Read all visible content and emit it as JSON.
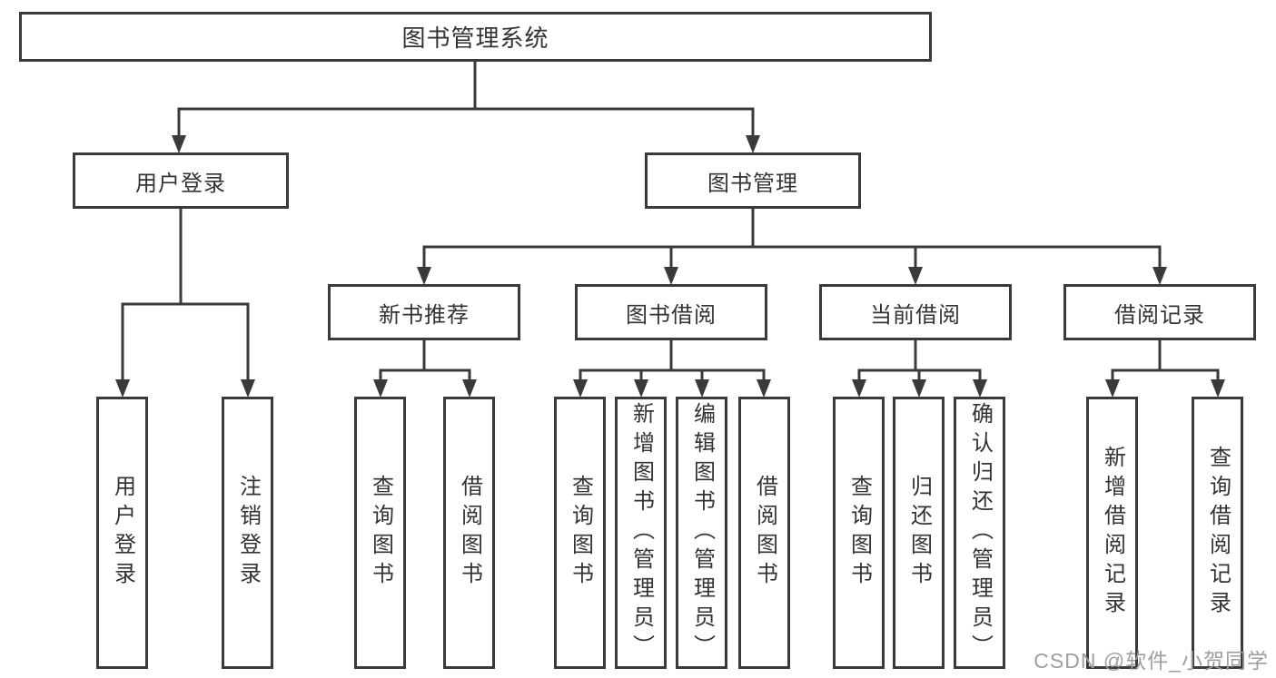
{
  "colors": {
    "line": "#3a3a3a",
    "box_border": "#3a3a3a",
    "text": "#333333",
    "background": "#ffffff",
    "watermark_text_color": "#9e9e9e"
  },
  "diagram": {
    "root": {
      "label": "图书管理系统"
    },
    "level2": [
      {
        "label": "用户登录"
      },
      {
        "label": "图书管理"
      }
    ],
    "level3": [
      {
        "label": "新书推荐"
      },
      {
        "label": "图书借阅"
      },
      {
        "label": "当前借阅"
      },
      {
        "label": "借阅记录"
      }
    ],
    "leaves": {
      "user_login": [
        {
          "label": "用户登录"
        },
        {
          "label": "注销登录"
        }
      ],
      "new_book_recommend": [
        {
          "label": "查询图书"
        },
        {
          "label": "借阅图书"
        }
      ],
      "book_borrow": [
        {
          "label": "查询图书"
        },
        {
          "label": "新增图书（管理员）"
        },
        {
          "label": "编辑图书（管理员）"
        },
        {
          "label": "借阅图书"
        }
      ],
      "current_borrow": [
        {
          "label": "查询图书"
        },
        {
          "label": "归还图书"
        },
        {
          "label": "确认归还（管理员）"
        }
      ],
      "borrow_records": [
        {
          "label": "新增借阅记录"
        },
        {
          "label": "查询借阅记录"
        }
      ]
    }
  },
  "watermark": {
    "text": "CSDN @软件_小贺同学"
  }
}
